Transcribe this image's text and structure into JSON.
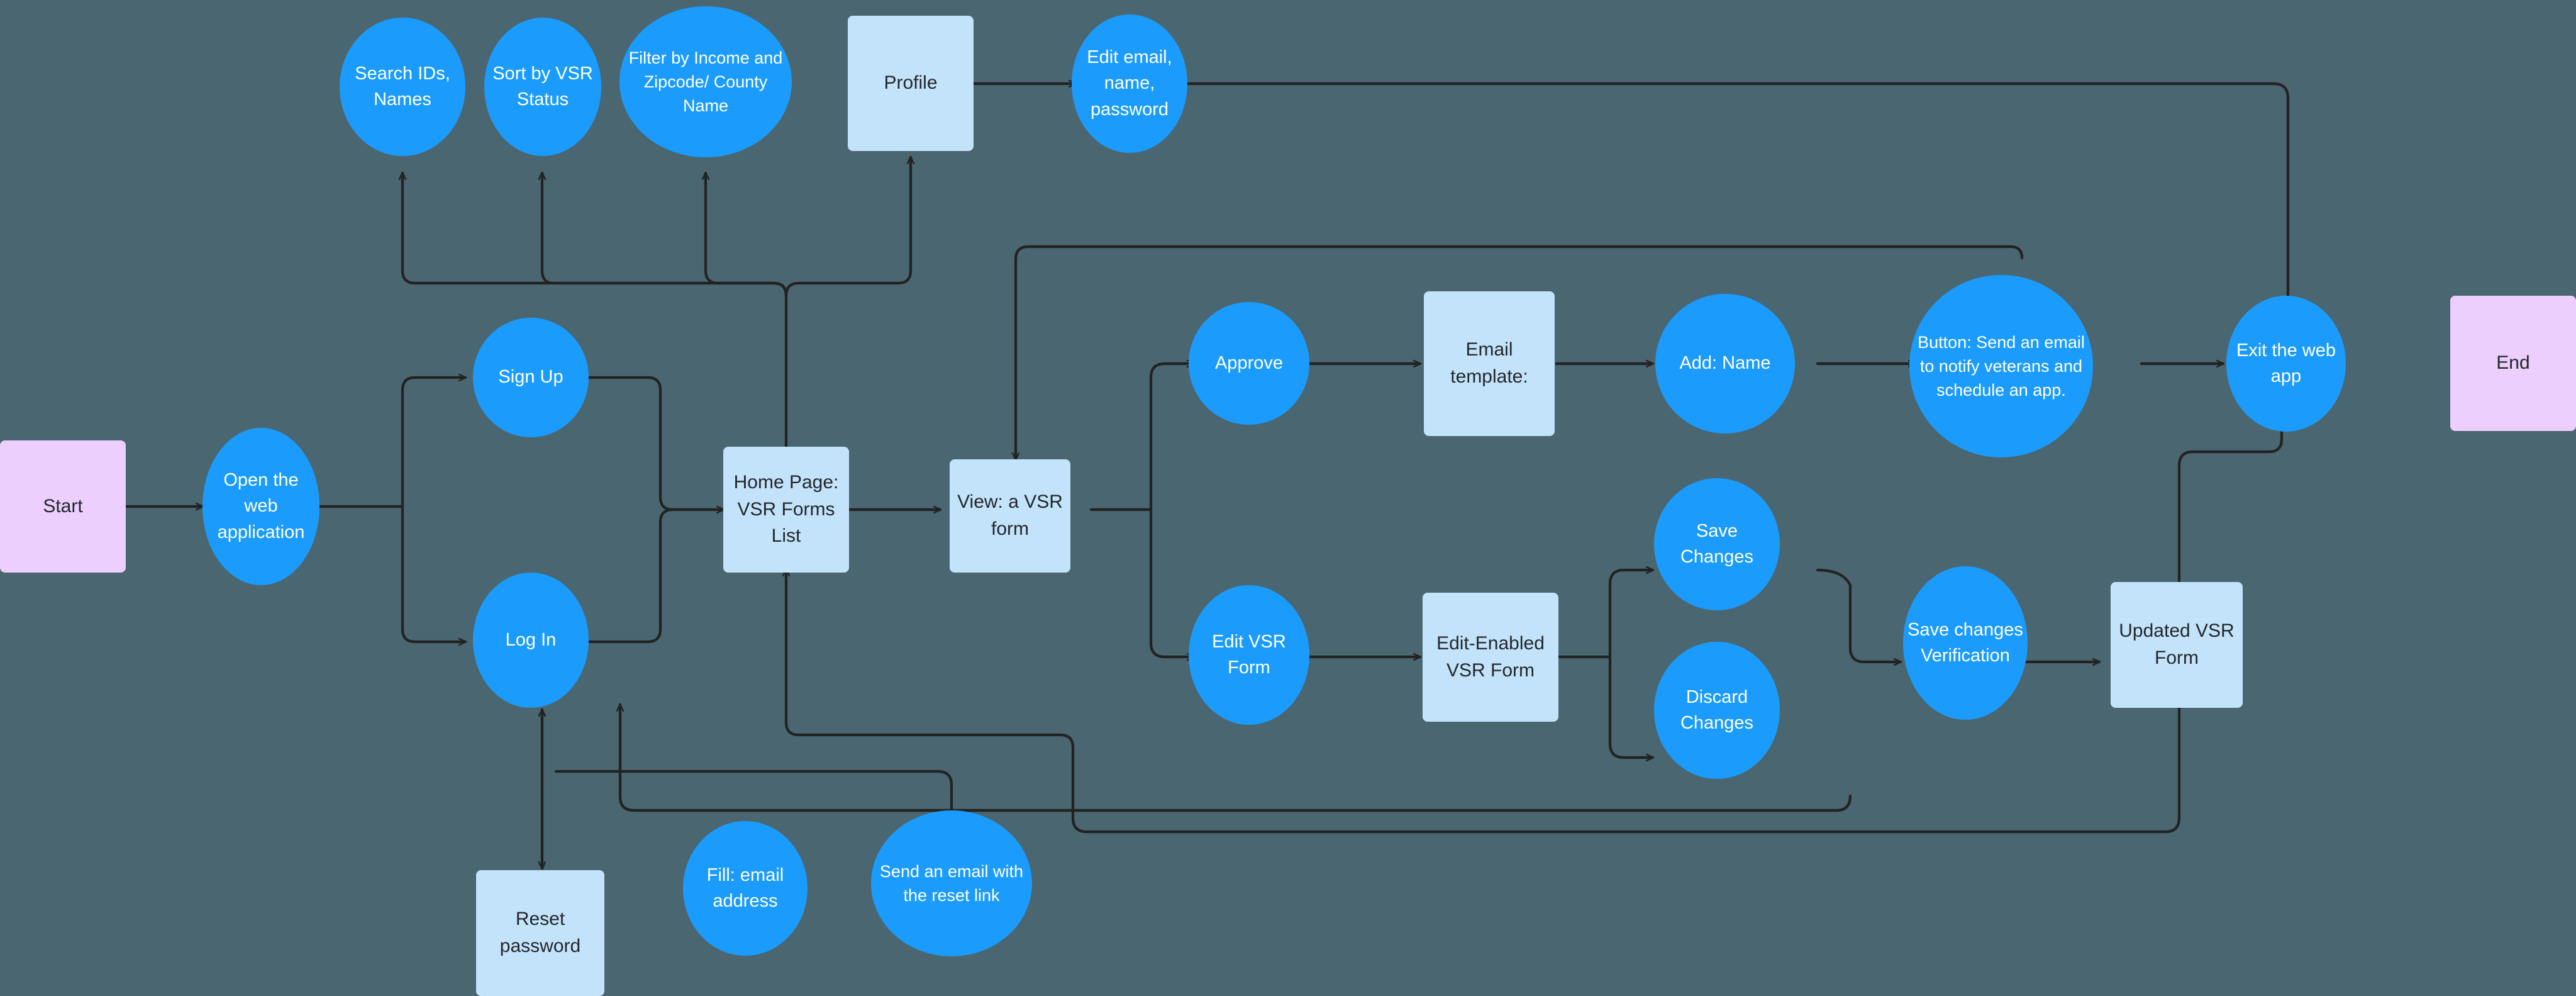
{
  "diagram": {
    "title": "VSR Web Application User Flow",
    "background_color": "#4a6670",
    "colors": {
      "terminal": "#eccffc",
      "page": "#c3e3fb",
      "action": "#1b9cfc",
      "connector": "#222222",
      "text_dark": "#23272b",
      "text_light": "#ffffff"
    }
  },
  "nodes": {
    "start": {
      "label": "Start",
      "shape": "rounded-rect",
      "kind": "terminal"
    },
    "open_web_app": {
      "label": "Open the web application",
      "shape": "ellipse",
      "kind": "action"
    },
    "sign_up": {
      "label": "Sign Up",
      "shape": "ellipse",
      "kind": "action"
    },
    "log_in": {
      "label": "Log In",
      "shape": "ellipse",
      "kind": "action"
    },
    "reset_password": {
      "label": "Reset password",
      "shape": "rounded-rect",
      "kind": "page"
    },
    "fill_email": {
      "label": "Fill: email address",
      "shape": "ellipse",
      "kind": "action"
    },
    "send_reset_link": {
      "label": "Send an email with the reset link",
      "shape": "ellipse",
      "kind": "action"
    },
    "home_page": {
      "label": "Home Page: VSR Forms List",
      "shape": "rounded-rect",
      "kind": "page"
    },
    "search_ids": {
      "label": "Search IDs, Names",
      "shape": "ellipse",
      "kind": "action"
    },
    "sort_vsr": {
      "label": "Sort by VSR Status",
      "shape": "ellipse",
      "kind": "action"
    },
    "filter_income": {
      "label": "Filter by Income and Zipcode/ County Name",
      "shape": "ellipse",
      "kind": "action"
    },
    "profile": {
      "label": "Profile",
      "shape": "rounded-rect",
      "kind": "page"
    },
    "edit_credentials": {
      "label": "Edit email, name, password",
      "shape": "ellipse",
      "kind": "action"
    },
    "view_vsr_form": {
      "label": "View: a VSR form",
      "shape": "rounded-rect",
      "kind": "page"
    },
    "approve": {
      "label": "Approve",
      "shape": "ellipse",
      "kind": "action"
    },
    "email_template": {
      "label": "Email template:",
      "shape": "rounded-rect",
      "kind": "page"
    },
    "add_name": {
      "label": "Add: Name",
      "shape": "ellipse",
      "kind": "action"
    },
    "send_notify_button": {
      "label": "Button: Send an email to notify veterans and schedule an app.",
      "shape": "ellipse",
      "kind": "action"
    },
    "edit_vsr_form": {
      "label": "Edit VSR Form",
      "shape": "ellipse",
      "kind": "action"
    },
    "edit_enabled_form": {
      "label": "Edit-Enabled VSR Form",
      "shape": "rounded-rect",
      "kind": "page"
    },
    "save_changes": {
      "label": "Save Changes",
      "shape": "ellipse",
      "kind": "action"
    },
    "discard_changes": {
      "label": "Discard Changes",
      "shape": "ellipse",
      "kind": "action"
    },
    "save_verification": {
      "label": "Save changes Verification",
      "shape": "ellipse",
      "kind": "action"
    },
    "updated_vsr_form": {
      "label": "Updated VSR Form",
      "shape": "rounded-rect",
      "kind": "page"
    },
    "exit_web_app": {
      "label": "Exit the web app",
      "shape": "ellipse",
      "kind": "action"
    },
    "end": {
      "label": "End",
      "shape": "rounded-rect",
      "kind": "terminal"
    }
  },
  "edges": [
    {
      "from": "start",
      "to": "open_web_app"
    },
    {
      "from": "open_web_app",
      "to": "sign_up"
    },
    {
      "from": "open_web_app",
      "to": "log_in"
    },
    {
      "from": "sign_up",
      "to": "home_page"
    },
    {
      "from": "log_in",
      "to": "home_page"
    },
    {
      "from": "log_in",
      "to": "reset_password"
    },
    {
      "from": "reset_password",
      "to": "log_in"
    },
    {
      "from": "send_reset_link",
      "to": "log_in"
    },
    {
      "from": "home_page",
      "to": "search_ids"
    },
    {
      "from": "home_page",
      "to": "sort_vsr"
    },
    {
      "from": "home_page",
      "to": "filter_income"
    },
    {
      "from": "home_page",
      "to": "profile"
    },
    {
      "from": "profile",
      "to": "edit_credentials"
    },
    {
      "from": "edit_credentials",
      "to": "exit_web_app"
    },
    {
      "from": "home_page",
      "to": "view_vsr_form"
    },
    {
      "from": "view_vsr_form",
      "to": "approve"
    },
    {
      "from": "view_vsr_form",
      "to": "edit_vsr_form"
    },
    {
      "from": "approve",
      "to": "email_template"
    },
    {
      "from": "email_template",
      "to": "add_name"
    },
    {
      "from": "add_name",
      "to": "send_notify_button"
    },
    {
      "from": "send_notify_button",
      "to": "exit_web_app"
    },
    {
      "from": "send_notify_button",
      "to": "view_vsr_form"
    },
    {
      "from": "edit_vsr_form",
      "to": "edit_enabled_form"
    },
    {
      "from": "edit_enabled_form",
      "to": "save_changes"
    },
    {
      "from": "edit_enabled_form",
      "to": "discard_changes"
    },
    {
      "from": "save_changes",
      "to": "save_verification"
    },
    {
      "from": "discard_changes",
      "to": "edit_vsr_form"
    },
    {
      "from": "save_verification",
      "to": "updated_vsr_form"
    },
    {
      "from": "updated_vsr_form",
      "to": "exit_web_app"
    },
    {
      "from": "updated_vsr_form",
      "to": "home_page"
    },
    {
      "from": "exit_web_app",
      "to": "end"
    }
  ]
}
